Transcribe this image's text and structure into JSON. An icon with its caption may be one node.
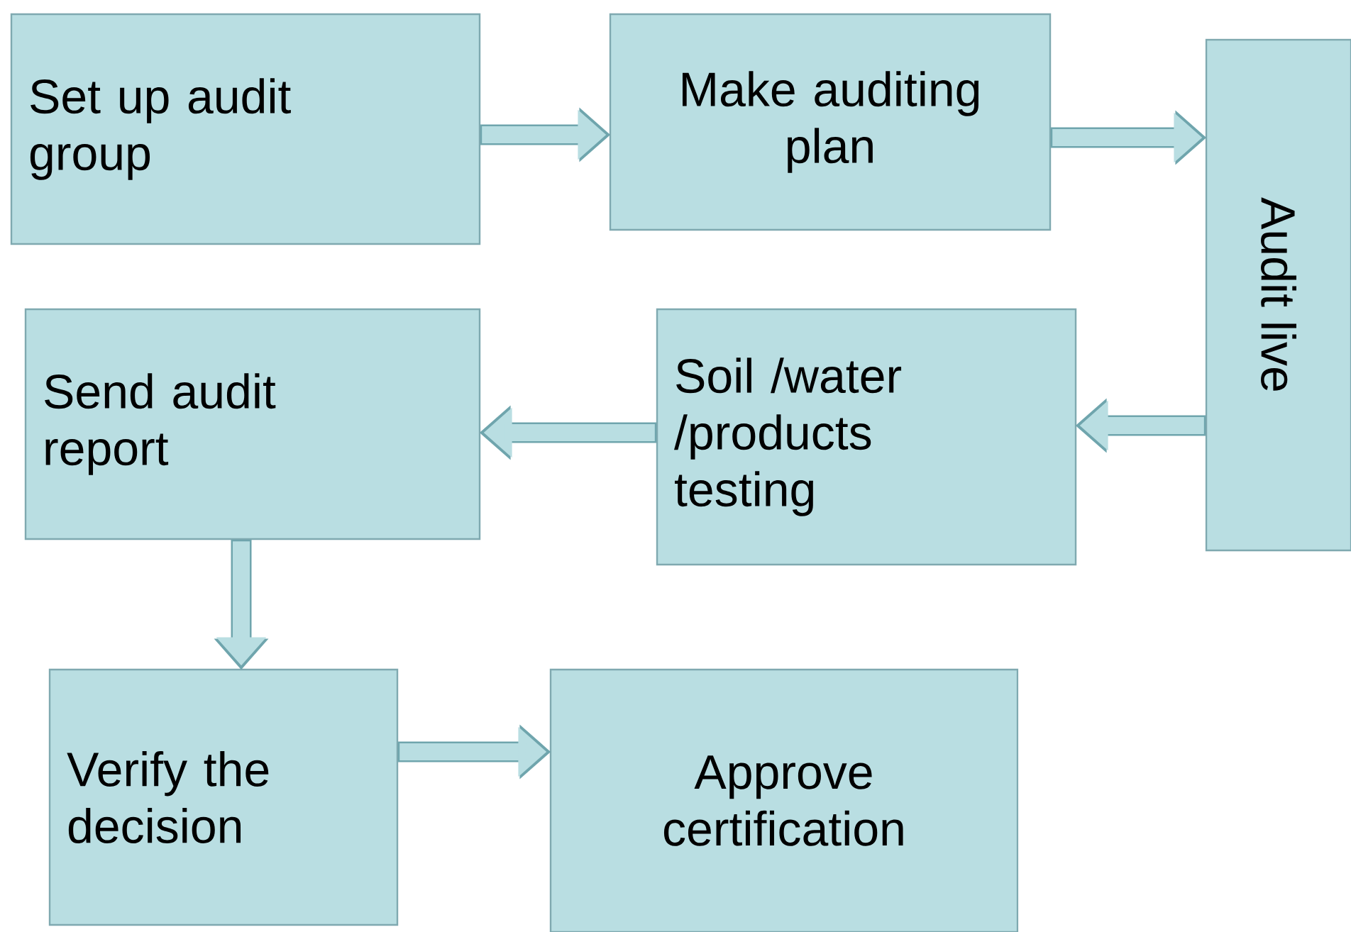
{
  "diagram": {
    "nodes": [
      {
        "text": [
          "Set up audit group"
        ]
      },
      {
        "text": [
          "Make auditing plan"
        ]
      },
      {
        "text": [
          "Audit live"
        ]
      },
      {
        "text": [
          "Soil /water /products testing"
        ]
      },
      {
        "text": [
          "Send audit report"
        ]
      },
      {
        "text": [
          "Verify the decision"
        ]
      },
      {
        "text": [
          "Approve certification"
        ]
      }
    ],
    "edges": [
      {
        "from": 0,
        "to": 1,
        "arrow": "to"
      },
      {
        "from": 1,
        "to": 2,
        "arrow": "to"
      },
      {
        "from": 2,
        "to": 3,
        "arrow": "to"
      },
      {
        "from": 3,
        "to": 4,
        "arrow": "to"
      },
      {
        "from": 4,
        "to": 5,
        "arrow": "to"
      },
      {
        "from": 5,
        "to": 6,
        "arrow": "to"
      }
    ]
  }
}
